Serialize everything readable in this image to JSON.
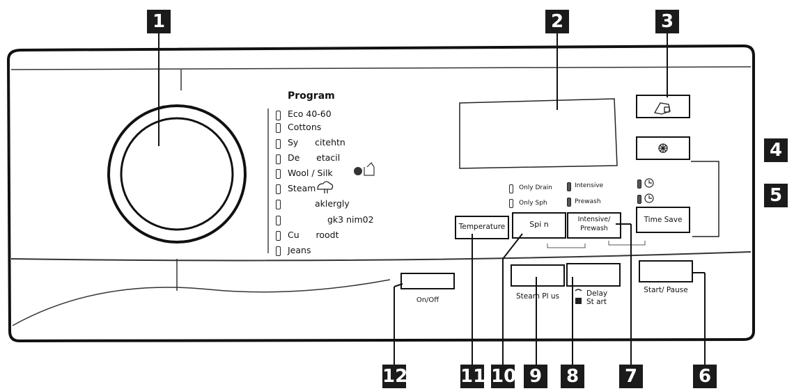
{
  "callouts": [
    "1",
    "2",
    "3",
    "4",
    "5",
    "6",
    "7",
    "8",
    "9",
    "10",
    "11",
    "12"
  ],
  "program": {
    "title": "Program",
    "items": [
      "Eco 40-60",
      "Cottons",
      "Sy      citehtn",
      "De      etacil",
      "Wool / Silk",
      "Steam",
      "aklergly",
      "gk3 nim02",
      "Cu      roodt",
      "Jeans"
    ]
  },
  "options": {
    "only_drain": "Only Drain",
    "only_spin": "Only Sph",
    "intensive": "Intensive",
    "prewash": "Prewash"
  },
  "buttons": {
    "temperature": "Temperature",
    "spin": "Spi n",
    "intensive_prewash_line1": "Intensive/",
    "intensive_prewash_line2": "Prewash",
    "time_save": "Time Save",
    "on_off": "On/Off",
    "steam_plus": "Steam Pl us",
    "delay_start_line1": "Delay",
    "delay_start_line2": "St art",
    "start_pause": "Start/ Pause"
  },
  "icons": {
    "button3": "detergent-hand-icon",
    "button4": "spin-lock-icon",
    "wool": "wool-ball-icon",
    "steam": "steam-cloud-icon"
  }
}
